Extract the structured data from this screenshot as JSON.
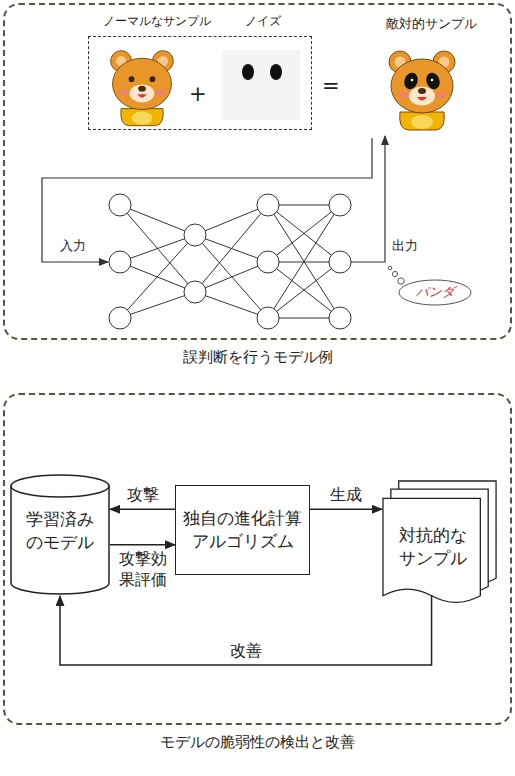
{
  "diagram": {
    "nodes": [
      {
        "text": [
          "誤判断を行うモデル例"
        ]
      },
      {
        "text": [
          "ノーマルなサンプル",
          "ノイズ"
        ],
        "in": 0
      },
      {
        "text": [
          "パンダ"
        ],
        "in": 0
      },
      {
        "text": [
          "モデルの脆弱性の検出と改善"
        ]
      },
      {
        "text": [
          "学習済み のモデル"
        ],
        "in": 3
      },
      {
        "text": [
          "独自の進化計算 アルゴリズム"
        ],
        "in": 3
      },
      {
        "text": [
          "対抗的な サンプル"
        ],
        "in": 3
      }
    ],
    "edges": [
      {
        "from": 5,
        "to": 4,
        "label": "攻撃",
        "arrow": "to"
      },
      {
        "from": 4,
        "to": 5,
        "label": "攻撃効 果評価",
        "arrow": "to"
      },
      {
        "from": 5,
        "to": 6,
        "label": "生成",
        "arrow": "to"
      },
      {
        "from": 6,
        "to": 4,
        "label": "改善",
        "arrow": "to"
      }
    ],
    "labels": [
      "敵対的サンプル",
      "+",
      "=",
      "入力",
      "出力"
    ]
  }
}
